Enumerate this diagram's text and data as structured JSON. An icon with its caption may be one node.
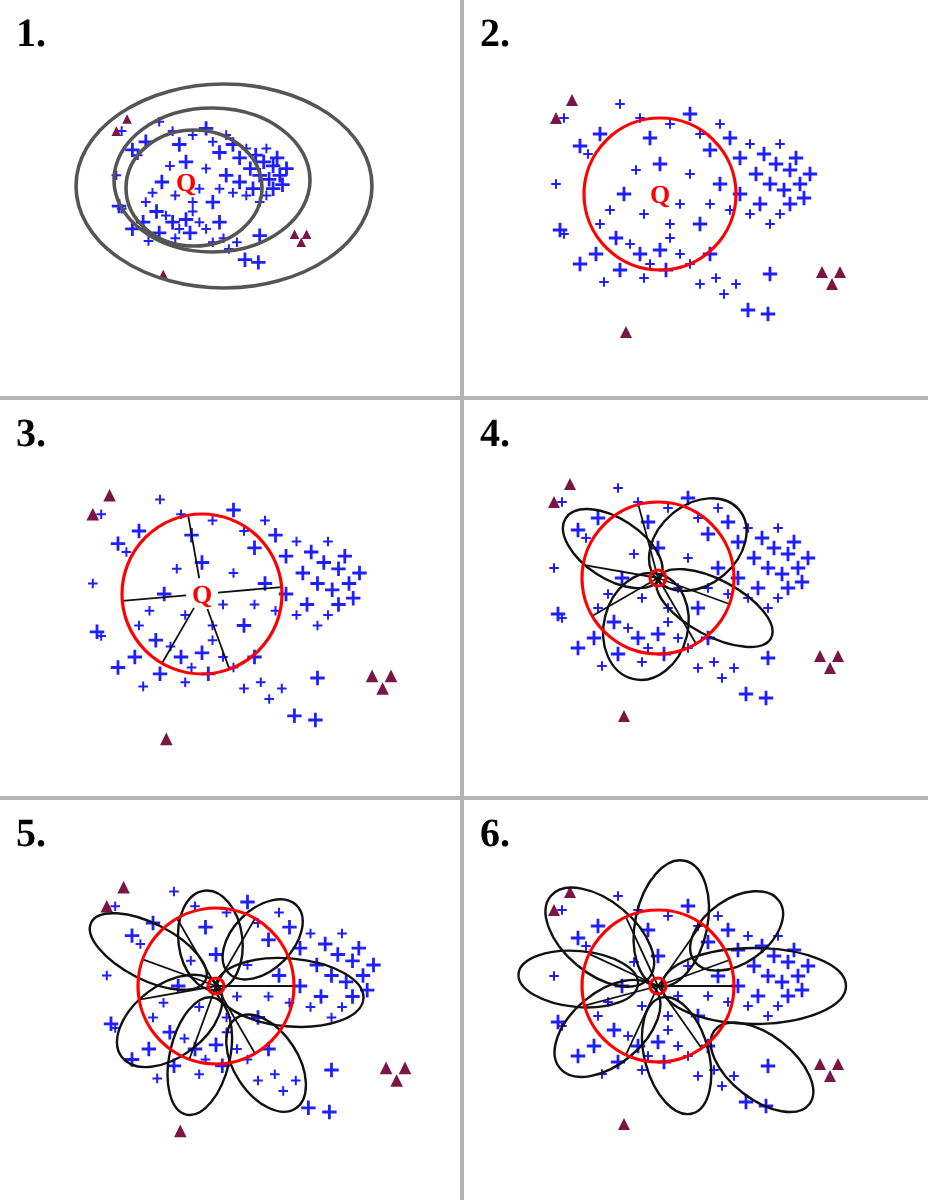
{
  "diagram": {
    "nodes": [
      {
        "text": [
          "1."
        ]
      },
      {
        "text": [
          "2."
        ]
      },
      {
        "text": [
          "3."
        ]
      },
      {
        "text": [
          "4."
        ]
      },
      {
        "text": [
          "5."
        ]
      },
      {
        "text": [
          "6."
        ]
      }
    ],
    "labels": [
      "Q",
      "Q",
      "Q"
    ]
  }
}
